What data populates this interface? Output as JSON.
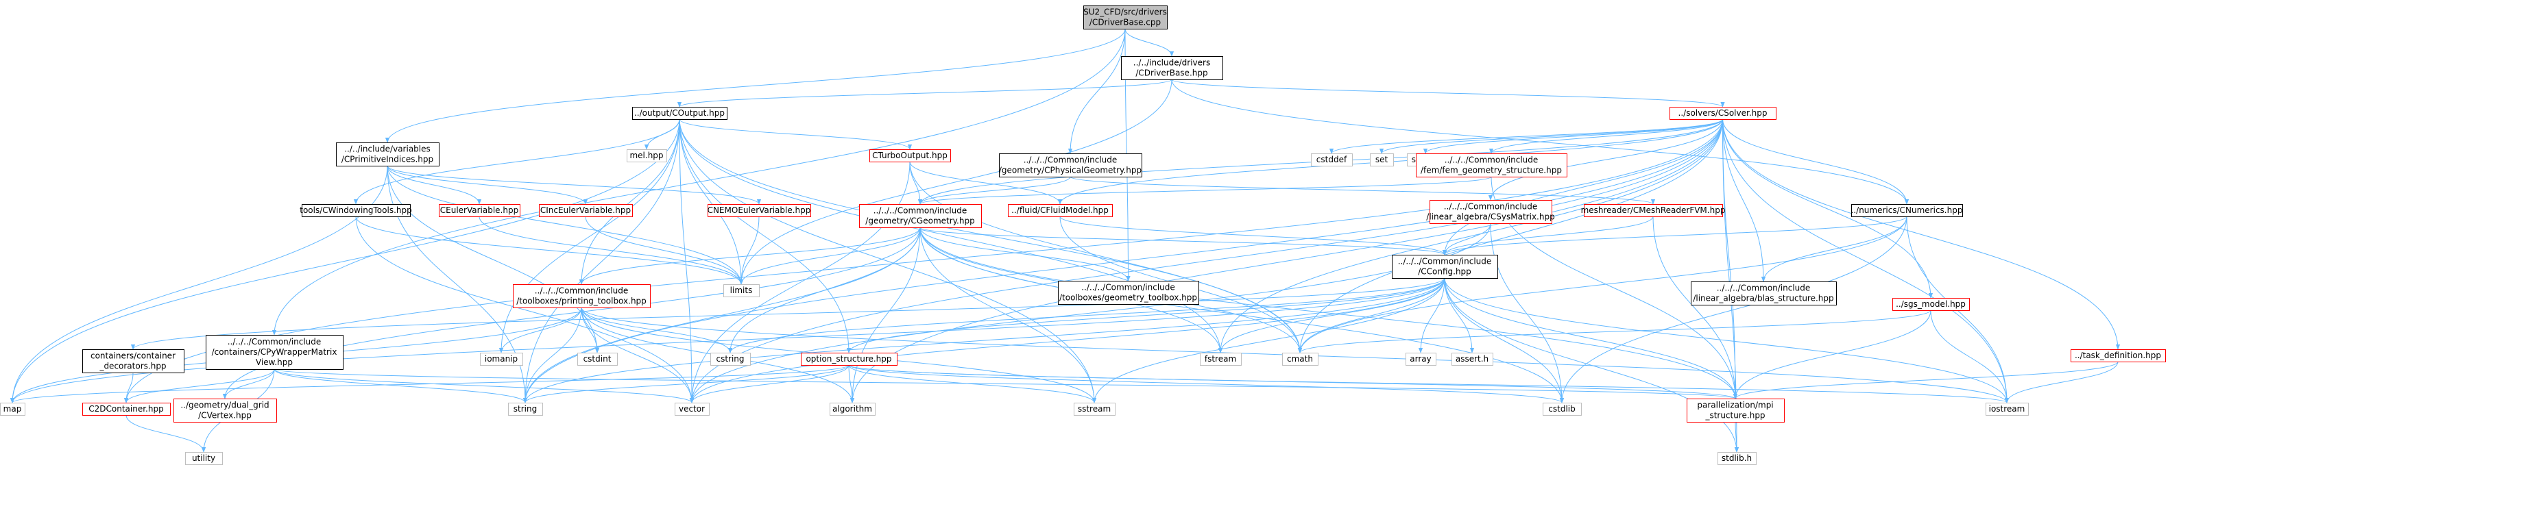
{
  "colors": {
    "root_fill": "#bfbfbf",
    "edge": "#63b8ff",
    "node_border": "#000000",
    "missing_border": "#bfbfbf",
    "truncated_border": "#ff0000",
    "text": "#000000"
  },
  "nodes": [
    {
      "id": "root",
      "lines": [
        "SU2_CFD/src/drivers",
        "/CDriverBase.cpp"
      ],
      "kind": "root"
    },
    {
      "id": "cdriverbase_hpp",
      "lines": [
        "../../include/drivers",
        "/CDriverBase.hpp"
      ],
      "kind": "normal"
    },
    {
      "id": "coutput_hpp",
      "lines": [
        "../output/COutput.hpp"
      ],
      "kind": "normal"
    },
    {
      "id": "csolver_hpp",
      "lines": [
        "../solvers/CSolver.hpp"
      ],
      "kind": "truncated"
    },
    {
      "id": "cprimitiveindices_hpp",
      "lines": [
        "../../include/variables",
        "/CPrimitiveIndices.hpp"
      ],
      "kind": "normal"
    },
    {
      "id": "mel_hpp",
      "lines": [
        "mel.hpp"
      ],
      "kind": "missing"
    },
    {
      "id": "cturbooutput_hpp",
      "lines": [
        "CTurboOutput.hpp"
      ],
      "kind": "truncated"
    },
    {
      "id": "cphysicalgeometry_hpp",
      "lines": [
        "../../../Common/include",
        "/geometry/CPhysicalGeometry.hpp"
      ],
      "kind": "normal"
    },
    {
      "id": "cstddef",
      "lines": [
        "cstddef"
      ],
      "kind": "missing"
    },
    {
      "id": "set",
      "lines": [
        "set"
      ],
      "kind": "missing"
    },
    {
      "id": "stdio_h",
      "lines": [
        "stdio.h"
      ],
      "kind": "missing"
    },
    {
      "id": "fem_geometry_hpp",
      "lines": [
        "../../../Common/include",
        "/fem/fem_geometry_structure.hpp"
      ],
      "kind": "truncated"
    },
    {
      "id": "cnumerics_hpp",
      "lines": [
        "../numerics/CNumerics.hpp"
      ],
      "kind": "normal"
    },
    {
      "id": "cwindowingtools_hpp",
      "lines": [
        "tools/CWindowingTools.hpp"
      ],
      "kind": "normal"
    },
    {
      "id": "ceulervariable_hpp",
      "lines": [
        "CEulerVariable.hpp"
      ],
      "kind": "truncated"
    },
    {
      "id": "cinceulervariable_hpp",
      "lines": [
        "CIncEulerVariable.hpp"
      ],
      "kind": "truncated"
    },
    {
      "id": "cnemoeulervariable_hpp",
      "lines": [
        "CNEMOEulerVariable.hpp"
      ],
      "kind": "truncated"
    },
    {
      "id": "cgeometry_hpp",
      "lines": [
        "../../../Common/include",
        "/geometry/CGeometry.hpp"
      ],
      "kind": "truncated"
    },
    {
      "id": "cfluidmodel_hpp",
      "lines": [
        "../fluid/CFluidModel.hpp"
      ],
      "kind": "truncated"
    },
    {
      "id": "csysmatrix_hpp",
      "lines": [
        "../../../Common/include",
        "/linear_algebra/CSysMatrix.hpp"
      ],
      "kind": "truncated"
    },
    {
      "id": "cmeshreaderfvm_hpp",
      "lines": [
        "meshreader/CMeshReaderFVM.hpp"
      ],
      "kind": "truncated"
    },
    {
      "id": "limits",
      "lines": [
        "limits"
      ],
      "kind": "missing"
    },
    {
      "id": "printing_toolbox_hpp",
      "lines": [
        "../../../Common/include",
        "/toolboxes/printing_toolbox.hpp"
      ],
      "kind": "truncated"
    },
    {
      "id": "geometry_toolbox_hpp",
      "lines": [
        "../../../Common/include",
        "/toolboxes/geometry_toolbox.hpp"
      ],
      "kind": "normal"
    },
    {
      "id": "cconfig_hpp",
      "lines": [
        "../../../Common/include",
        "/CConfig.hpp"
      ],
      "kind": "normal"
    },
    {
      "id": "blas_structure_hpp",
      "lines": [
        "../../../Common/include",
        "/linear_algebra/blas_structure.hpp"
      ],
      "kind": "normal"
    },
    {
      "id": "sgs_model_hpp",
      "lines": [
        "../sgs_model.hpp"
      ],
      "kind": "truncated"
    },
    {
      "id": "task_definition_hpp",
      "lines": [
        "../task_definition.hpp"
      ],
      "kind": "truncated"
    },
    {
      "id": "cpywrapper_hpp",
      "lines": [
        "../../../Common/include",
        "/containers/CPyWrapperMatrix",
        "View.hpp"
      ],
      "kind": "normal"
    },
    {
      "id": "container_decorators_hpp",
      "lines": [
        "containers/container",
        "_decorators.hpp"
      ],
      "kind": "normal"
    },
    {
      "id": "iomanip",
      "lines": [
        "iomanip"
      ],
      "kind": "missing"
    },
    {
      "id": "cstdint",
      "lines": [
        "cstdint"
      ],
      "kind": "missing"
    },
    {
      "id": "cstring",
      "lines": [
        "cstring"
      ],
      "kind": "missing"
    },
    {
      "id": "option_structure_hpp",
      "lines": [
        "option_structure.hpp"
      ],
      "kind": "truncated"
    },
    {
      "id": "fstream",
      "lines": [
        "fstream"
      ],
      "kind": "missing"
    },
    {
      "id": "cmath",
      "lines": [
        "cmath"
      ],
      "kind": "missing"
    },
    {
      "id": "array",
      "lines": [
        "array"
      ],
      "kind": "missing"
    },
    {
      "id": "assert_h",
      "lines": [
        "assert.h"
      ],
      "kind": "missing"
    },
    {
      "id": "map",
      "lines": [
        "map"
      ],
      "kind": "missing"
    },
    {
      "id": "c2dcontainer_hpp",
      "lines": [
        "C2DContainer.hpp"
      ],
      "kind": "truncated"
    },
    {
      "id": "cvertex_hpp",
      "lines": [
        "../geometry/dual_grid",
        "/CVertex.hpp"
      ],
      "kind": "truncated"
    },
    {
      "id": "string",
      "lines": [
        "string"
      ],
      "kind": "missing"
    },
    {
      "id": "vector",
      "lines": [
        "vector"
      ],
      "kind": "missing"
    },
    {
      "id": "algorithm",
      "lines": [
        "algorithm"
      ],
      "kind": "missing"
    },
    {
      "id": "sstream",
      "lines": [
        "sstream"
      ],
      "kind": "missing"
    },
    {
      "id": "cstdlib",
      "lines": [
        "cstdlib"
      ],
      "kind": "missing"
    },
    {
      "id": "parallelization_mpi_hpp",
      "lines": [
        "parallelization/mpi",
        "_structure.hpp"
      ],
      "kind": "truncated"
    },
    {
      "id": "iostream",
      "lines": [
        "iostream"
      ],
      "kind": "missing"
    },
    {
      "id": "utility",
      "lines": [
        "utility"
      ],
      "kind": "missing"
    },
    {
      "id": "stdlib_h",
      "lines": [
        "stdlib.h"
      ],
      "kind": "missing"
    }
  ],
  "edges": [
    [
      "root",
      "cdriverbase_hpp"
    ],
    [
      "root",
      "cprimitiveindices_hpp"
    ],
    [
      "root",
      "cphysicalgeometry_hpp"
    ],
    [
      "root",
      "cpywrapper_hpp"
    ],
    [
      "root",
      "geometry_toolbox_hpp"
    ],
    [
      "cdriverbase_hpp",
      "coutput_hpp"
    ],
    [
      "cdriverbase_hpp",
      "csolver_hpp"
    ],
    [
      "cdriverbase_hpp",
      "cnumerics_hpp"
    ],
    [
      "cdriverbase_hpp",
      "limits"
    ],
    [
      "coutput_hpp",
      "mel_hpp"
    ],
    [
      "coutput_hpp",
      "cturbooutput_hpp"
    ],
    [
      "coutput_hpp",
      "cwindowingtools_hpp"
    ],
    [
      "coutput_hpp",
      "printing_toolbox_hpp"
    ],
    [
      "coutput_hpp",
      "option_structure_hpp"
    ],
    [
      "coutput_hpp",
      "fstream"
    ],
    [
      "coutput_hpp",
      "cmath"
    ],
    [
      "coutput_hpp",
      "map"
    ],
    [
      "coutput_hpp",
      "sstream"
    ],
    [
      "coutput_hpp",
      "iomanip"
    ],
    [
      "coutput_hpp",
      "limits"
    ],
    [
      "coutput_hpp",
      "vector"
    ],
    [
      "coutput_hpp",
      "string"
    ],
    [
      "csolver_hpp",
      "cstddef"
    ],
    [
      "csolver_hpp",
      "set"
    ],
    [
      "csolver_hpp",
      "stdio_h"
    ],
    [
      "csolver_hpp",
      "fem_geometry_hpp"
    ],
    [
      "csolver_hpp",
      "cnumerics_hpp"
    ],
    [
      "csolver_hpp",
      "cgeometry_hpp"
    ],
    [
      "csolver_hpp",
      "cfluidmodel_hpp"
    ],
    [
      "csolver_hpp",
      "csysmatrix_hpp"
    ],
    [
      "csolver_hpp",
      "cconfig_hpp"
    ],
    [
      "csolver_hpp",
      "sgs_model_hpp"
    ],
    [
      "csolver_hpp",
      "task_definition_hpp"
    ],
    [
      "csolver_hpp",
      "c2dcontainer_hpp"
    ],
    [
      "csolver_hpp",
      "string"
    ],
    [
      "csolver_hpp",
      "fstream"
    ],
    [
      "csolver_hpp",
      "cmath"
    ],
    [
      "csolver_hpp",
      "algorithm"
    ],
    [
      "csolver_hpp",
      "iostream"
    ],
    [
      "csolver_hpp",
      "stdlib_h"
    ],
    [
      "csolver_hpp",
      "parallelization_mpi_hpp"
    ],
    [
      "csolver_hpp",
      "blas_structure_hpp"
    ],
    [
      "csolver_hpp",
      "vector"
    ],
    [
      "cprimitiveindices_hpp",
      "ceulervariable_hpp"
    ],
    [
      "cprimitiveindices_hpp",
      "cinceulervariable_hpp"
    ],
    [
      "cprimitiveindices_hpp",
      "cnemoeulervariable_hpp"
    ],
    [
      "cprimitiveindices_hpp",
      "map"
    ],
    [
      "cprimitiveindices_hpp",
      "cstdint"
    ],
    [
      "cprimitiveindices_hpp",
      "string"
    ],
    [
      "cprimitiveindices_hpp",
      "limits"
    ],
    [
      "cturbooutput_hpp",
      "cgeometry_hpp"
    ],
    [
      "cturbooutput_hpp",
      "cfluidmodel_hpp"
    ],
    [
      "cturbooutput_hpp",
      "cmath"
    ],
    [
      "cturbooutput_hpp",
      "vector"
    ],
    [
      "cphysicalgeometry_hpp",
      "cgeometry_hpp"
    ],
    [
      "cphysicalgeometry_hpp",
      "cmeshreaderfvm_hpp"
    ],
    [
      "fem_geometry_hpp",
      "cgeometry_hpp"
    ],
    [
      "fem_geometry_hpp",
      "parallelization_mpi_hpp"
    ],
    [
      "cnumerics_hpp",
      "cconfig_hpp"
    ],
    [
      "cnumerics_hpp",
      "blas_structure_hpp"
    ],
    [
      "cnumerics_hpp",
      "cmath"
    ],
    [
      "cnumerics_hpp",
      "iostream"
    ],
    [
      "cnumerics_hpp",
      "cstdlib"
    ],
    [
      "cwindowingtools_hpp",
      "vector"
    ],
    [
      "cwindowingtools_hpp",
      "limits"
    ],
    [
      "ceulervariable_hpp",
      "limits"
    ],
    [
      "cinceulervariable_hpp",
      "limits"
    ],
    [
      "cnemoeulervariable_hpp",
      "limits"
    ],
    [
      "cgeometry_hpp",
      "limits"
    ],
    [
      "cgeometry_hpp",
      "printing_toolbox_hpp"
    ],
    [
      "cgeometry_hpp",
      "geometry_toolbox_hpp"
    ],
    [
      "cgeometry_hpp",
      "cconfig_hpp"
    ],
    [
      "cgeometry_hpp",
      "cvertex_hpp"
    ],
    [
      "cgeometry_hpp",
      "string"
    ],
    [
      "cgeometry_hpp",
      "fstream"
    ],
    [
      "cgeometry_hpp",
      "cmath"
    ],
    [
      "cgeometry_hpp",
      "algorithm"
    ],
    [
      "cgeometry_hpp",
      "sstream"
    ],
    [
      "cgeometry_hpp",
      "cstring"
    ],
    [
      "cgeometry_hpp",
      "cstdlib"
    ],
    [
      "cgeometry_hpp",
      "parallelization_mpi_hpp"
    ],
    [
      "cfluidmodel_hpp",
      "cconfig_hpp"
    ],
    [
      "cfluidmodel_hpp",
      "cmath"
    ],
    [
      "csysmatrix_hpp",
      "cconfig_hpp"
    ],
    [
      "csysmatrix_hpp",
      "cstdlib"
    ],
    [
      "csysmatrix_hpp",
      "vector"
    ],
    [
      "cmeshreaderfvm_hpp",
      "cconfig_hpp"
    ],
    [
      "cmeshreaderfvm_hpp",
      "parallelization_mpi_hpp"
    ],
    [
      "printing_toolbox_hpp",
      "iomanip"
    ],
    [
      "printing_toolbox_hpp",
      "cstdint"
    ],
    [
      "printing_toolbox_hpp",
      "cstring"
    ],
    [
      "printing_toolbox_hpp",
      "string"
    ],
    [
      "printing_toolbox_hpp",
      "vector"
    ],
    [
      "printing_toolbox_hpp",
      "algorithm"
    ],
    [
      "printing_toolbox_hpp",
      "sstream"
    ],
    [
      "printing_toolbox_hpp",
      "iostream"
    ],
    [
      "printing_toolbox_hpp",
      "map"
    ],
    [
      "cconfig_hpp",
      "container_decorators_hpp"
    ],
    [
      "cconfig_hpp",
      "option_structure_hpp"
    ],
    [
      "cconfig_hpp",
      "cstring"
    ],
    [
      "cconfig_hpp",
      "fstream"
    ],
    [
      "cconfig_hpp",
      "cmath"
    ],
    [
      "cconfig_hpp",
      "array"
    ],
    [
      "cconfig_hpp",
      "assert_h"
    ],
    [
      "cconfig_hpp",
      "map"
    ],
    [
      "cconfig_hpp",
      "sstream"
    ],
    [
      "cconfig_hpp",
      "cstdlib"
    ],
    [
      "cconfig_hpp",
      "parallelization_mpi_hpp"
    ],
    [
      "cconfig_hpp",
      "iostream"
    ],
    [
      "cconfig_hpp",
      "stdlib_h"
    ],
    [
      "cconfig_hpp",
      "string"
    ],
    [
      "cconfig_hpp",
      "vector"
    ],
    [
      "sgs_model_hpp",
      "cmath"
    ],
    [
      "sgs_model_hpp",
      "iostream"
    ],
    [
      "sgs_model_hpp",
      "parallelization_mpi_hpp"
    ],
    [
      "task_definition_hpp",
      "parallelization_mpi_hpp"
    ],
    [
      "task_definition_hpp",
      "iostream"
    ],
    [
      "cpywrapper_hpp",
      "c2dcontainer_hpp"
    ],
    [
      "cpywrapper_hpp",
      "cvertex_hpp"
    ],
    [
      "cpywrapper_hpp",
      "string"
    ],
    [
      "cpywrapper_hpp",
      "vector"
    ],
    [
      "cpywrapper_hpp",
      "utility"
    ],
    [
      "cpywrapper_hpp",
      "parallelization_mpi_hpp"
    ],
    [
      "container_decorators_hpp",
      "c2dcontainer_hpp"
    ],
    [
      "option_structure_hpp",
      "map"
    ],
    [
      "option_structure_hpp",
      "string"
    ],
    [
      "option_structure_hpp",
      "vector"
    ],
    [
      "option_structure_hpp",
      "algorithm"
    ],
    [
      "option_structure_hpp",
      "sstream"
    ],
    [
      "option_structure_hpp",
      "cstdlib"
    ],
    [
      "option_structure_hpp",
      "parallelization_mpi_hpp"
    ],
    [
      "option_structure_hpp",
      "iostream"
    ],
    [
      "c2dcontainer_hpp",
      "utility"
    ],
    [
      "parallelization_mpi_hpp",
      "stdlib_h"
    ]
  ]
}
